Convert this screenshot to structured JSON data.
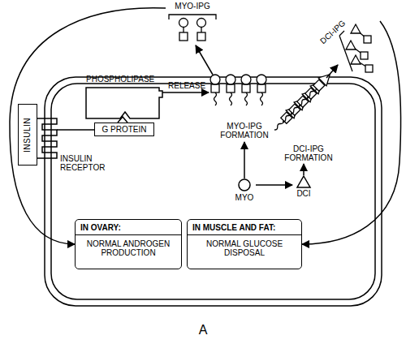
{
  "diagram": {
    "nodes": [
      {
        "text": [
          "INSULIN"
        ]
      },
      {
        "text": [
          "PHOSPHOLIPASE"
        ]
      },
      {
        "text": [
          "G PROTEIN"
        ]
      },
      {
        "text": [
          "MYO-IPG"
        ]
      },
      {
        "text": [
          "DCI-IPG"
        ]
      },
      {
        "text": [
          "MYO"
        ]
      },
      {
        "text": [
          "DCI"
        ]
      },
      {
        "text": [
          "IN OVARY:",
          "NORMAL ANDROGEN PRODUCTION"
        ]
      },
      {
        "text": [
          "IN MUSCLE AND FAT:",
          "NORMAL GLUCOSE DISPOSAL"
        ]
      }
    ],
    "edges": [
      {
        "from": 5,
        "to": 6,
        "arrow": "to"
      },
      {
        "from": 3,
        "to": 7,
        "arrow": "to"
      },
      {
        "from": 4,
        "to": 8,
        "arrow": "to"
      }
    ],
    "labels": [
      "INSULIN RECEPTOR",
      "RELEASE",
      "MYO-IPG FORMATION",
      "DCI-IPG FORMATION",
      "A"
    ]
  }
}
